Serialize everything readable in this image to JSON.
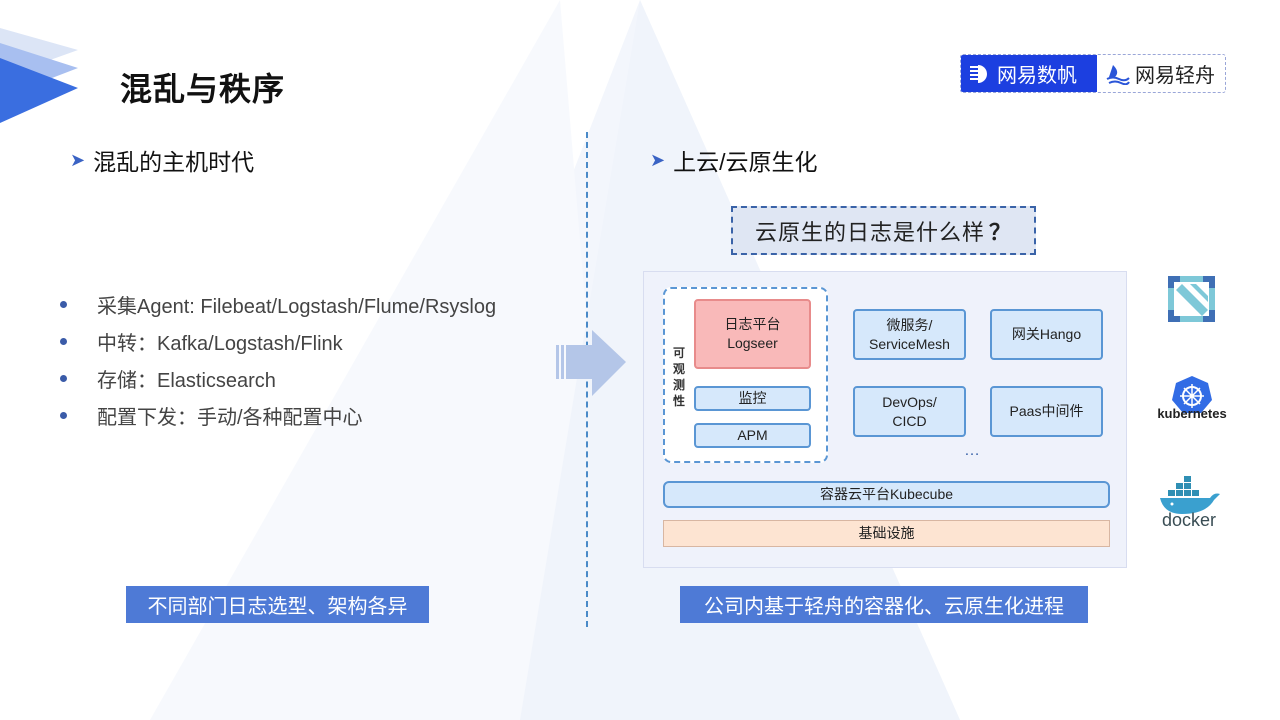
{
  "page": {
    "title": "混乱与秩序"
  },
  "brand": {
    "left_label": "网易数帆",
    "right_label": "网易轻舟",
    "primary_color": "#1c3fe0"
  },
  "left_section": {
    "heading": "混乱的主机时代",
    "bullets": [
      "采集Agent: Filebeat/Logstash/Flume/Rsyslog",
      "中转：Kafka/Logstash/Flink",
      "存储：Elasticsearch",
      "配置下发：手动/各种配置中心"
    ],
    "caption": "不同部门日志选型、架构各异"
  },
  "right_section": {
    "heading": "上云/云原生化",
    "question": "云原生的日志是什么样",
    "question_mark": "？",
    "diagram": {
      "observability_label": [
        "可",
        "观",
        "测",
        "性"
      ],
      "log_platform": [
        "日志平台",
        "Logseer"
      ],
      "monitoring": "监控",
      "apm": "APM",
      "microservice": [
        "微服务/",
        "ServiceMesh"
      ],
      "gateway": "网关Hango",
      "devops": [
        "DevOps/",
        "CICD"
      ],
      "paas": "Paas中间件",
      "ellipsis": "…",
      "container_platform": "容器云平台Kubecube",
      "infrastructure": "基础设施"
    },
    "caption": "公司内基于轻舟的容器化、云原生化进程"
  },
  "logos": {
    "kubernetes": "kubernetes",
    "docker": "docker"
  },
  "colors": {
    "accent": "#4e7ad6",
    "divider": "#4a8ac8",
    "box_blue": "#d6e8fb",
    "box_red": "#f9b9b9",
    "box_peach": "#fde4d2"
  }
}
